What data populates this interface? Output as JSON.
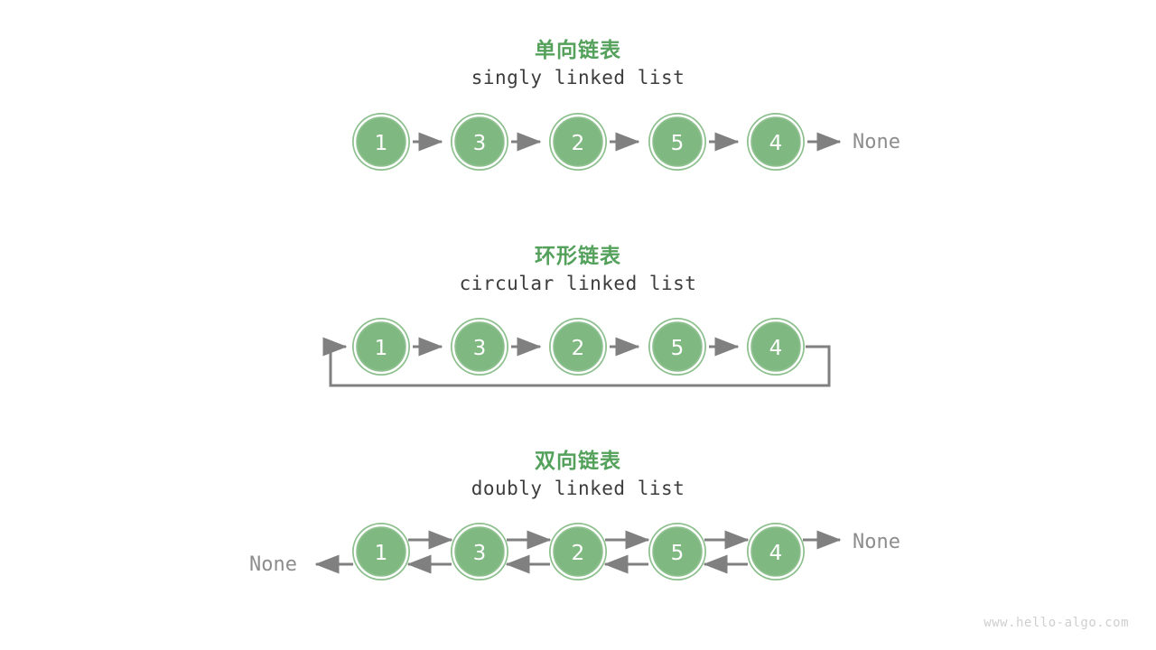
{
  "page": {
    "background": "#ffffff",
    "watermark": "www.hello-algo.com"
  },
  "colors": {
    "node_fill": "#7fb881",
    "node_ring": "#8dc08e",
    "node_inner_ring": "#ffffff",
    "node_text": "#ffffff",
    "heading_green": "#54a15c",
    "subtitle_gray": "#3c3c3c",
    "arrow_gray": "#808080",
    "none_gray": "#8d8d8d",
    "watermark_gray": "#cfcfcf"
  },
  "sections": [
    {
      "id": "singly",
      "title": "单向链表",
      "subtitle": "singly linked list",
      "values": [
        "1",
        "3",
        "2",
        "5",
        "4"
      ],
      "tail_label": "None",
      "head_label": null
    },
    {
      "id": "circular",
      "title": "环形链表",
      "subtitle": "circular linked list",
      "values": [
        "1",
        "3",
        "2",
        "5",
        "4"
      ],
      "tail_label": null,
      "head_label": null
    },
    {
      "id": "doubly",
      "title": "双向链表",
      "subtitle": "doubly linked list",
      "values": [
        "1",
        "3",
        "2",
        "5",
        "4"
      ],
      "tail_label": "None",
      "head_label": "None"
    }
  ],
  "chart_data": {
    "type": "diagram",
    "title": "Linked list variants",
    "diagrams": [
      {
        "name": "singly linked list",
        "chinese_name": "单向链表",
        "nodes": [
          "1",
          "3",
          "2",
          "5",
          "4"
        ],
        "links": "forward-only",
        "terminator_right": "None"
      },
      {
        "name": "circular linked list",
        "chinese_name": "环形链表",
        "nodes": [
          "1",
          "3",
          "2",
          "5",
          "4"
        ],
        "links": "forward-only-with-loop-back-to-head",
        "terminator_right": null
      },
      {
        "name": "doubly linked list",
        "chinese_name": "双向链表",
        "nodes": [
          "1",
          "3",
          "2",
          "5",
          "4"
        ],
        "links": "bidirectional",
        "terminator_right": "None",
        "terminator_left": "None"
      }
    ]
  }
}
